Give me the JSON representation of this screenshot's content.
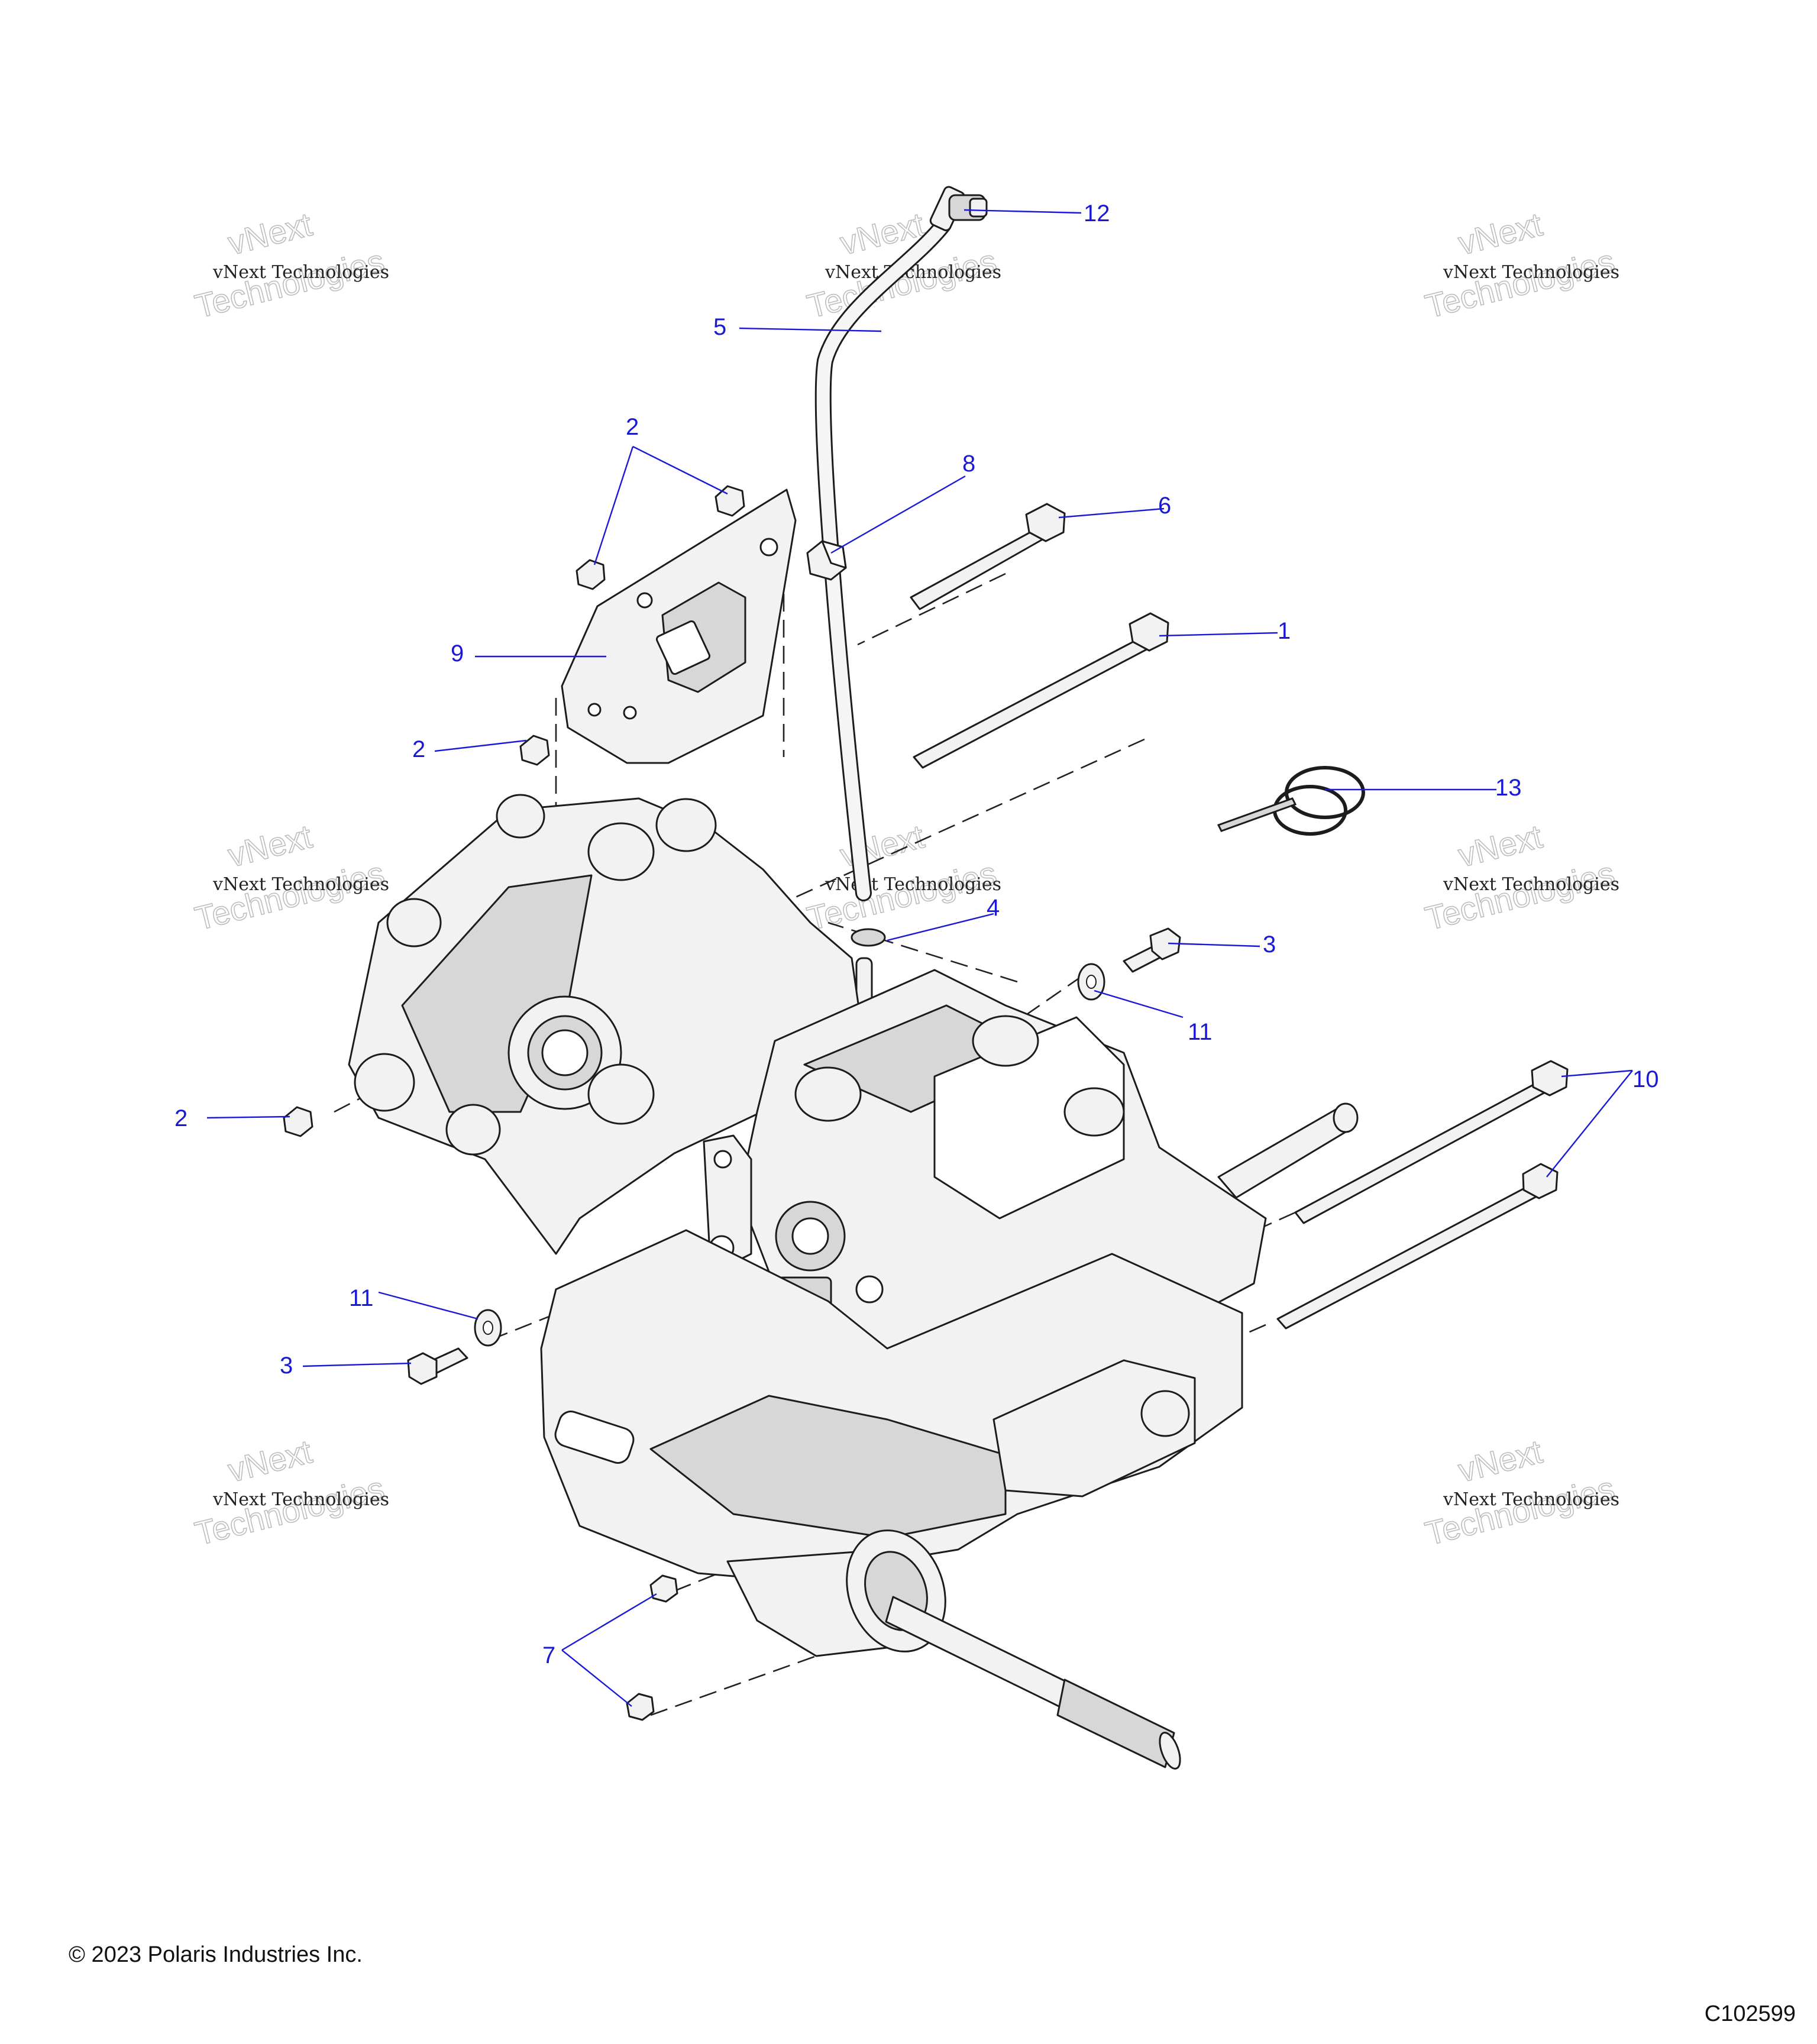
{
  "colors": {
    "callout": "#1a1ad6",
    "outline": "#1c1c1c",
    "fill": "#f2f2f2",
    "shade": "#d7d7d7"
  },
  "watermark_text": "vNext Technologies",
  "callouts": {
    "c12": "12",
    "c5": "5",
    "c2_top": "2",
    "c8": "8",
    "c6": "6",
    "c1": "1",
    "c9": "9",
    "c2_mid": "2",
    "c13": "13",
    "c4": "4",
    "c3_right": "3",
    "c11_right": "11",
    "c2_left": "2",
    "c10": "10",
    "c11_left": "11",
    "c3_left": "3",
    "c7": "7"
  },
  "footer": {
    "copyright": "© 2023 Polaris Industries Inc.",
    "figure_id": "C102599"
  }
}
